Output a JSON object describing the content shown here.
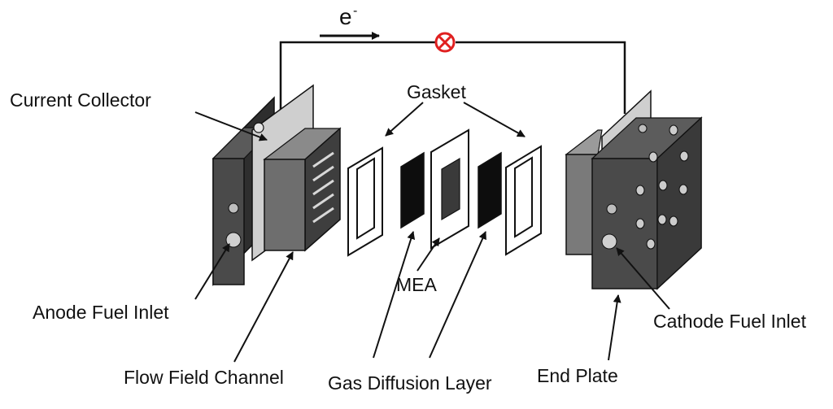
{
  "diagram": {
    "electron_label": "e",
    "electron_superscript": "-",
    "labels": {
      "current_collector": "Current Collector",
      "gasket": "Gasket",
      "mea": "MEA",
      "anode_fuel_inlet": "Anode Fuel Inlet",
      "flow_field_channel": "Flow Field Channel",
      "gas_diffusion_layer": "Gas Diffusion Layer",
      "end_plate": "End Plate",
      "cathode_fuel_inlet": "Cathode Fuel Inlet"
    },
    "colors": {
      "end_plate_front": "#4a4a4a",
      "end_plate_side": "#2e2e2e",
      "flow_field_front": "#6e6e6e",
      "current_collector": "#cfcfcf",
      "gdl": "#0d0d0d",
      "mea_core": "#3a3a3a",
      "load_symbol": "#e02020"
    }
  }
}
